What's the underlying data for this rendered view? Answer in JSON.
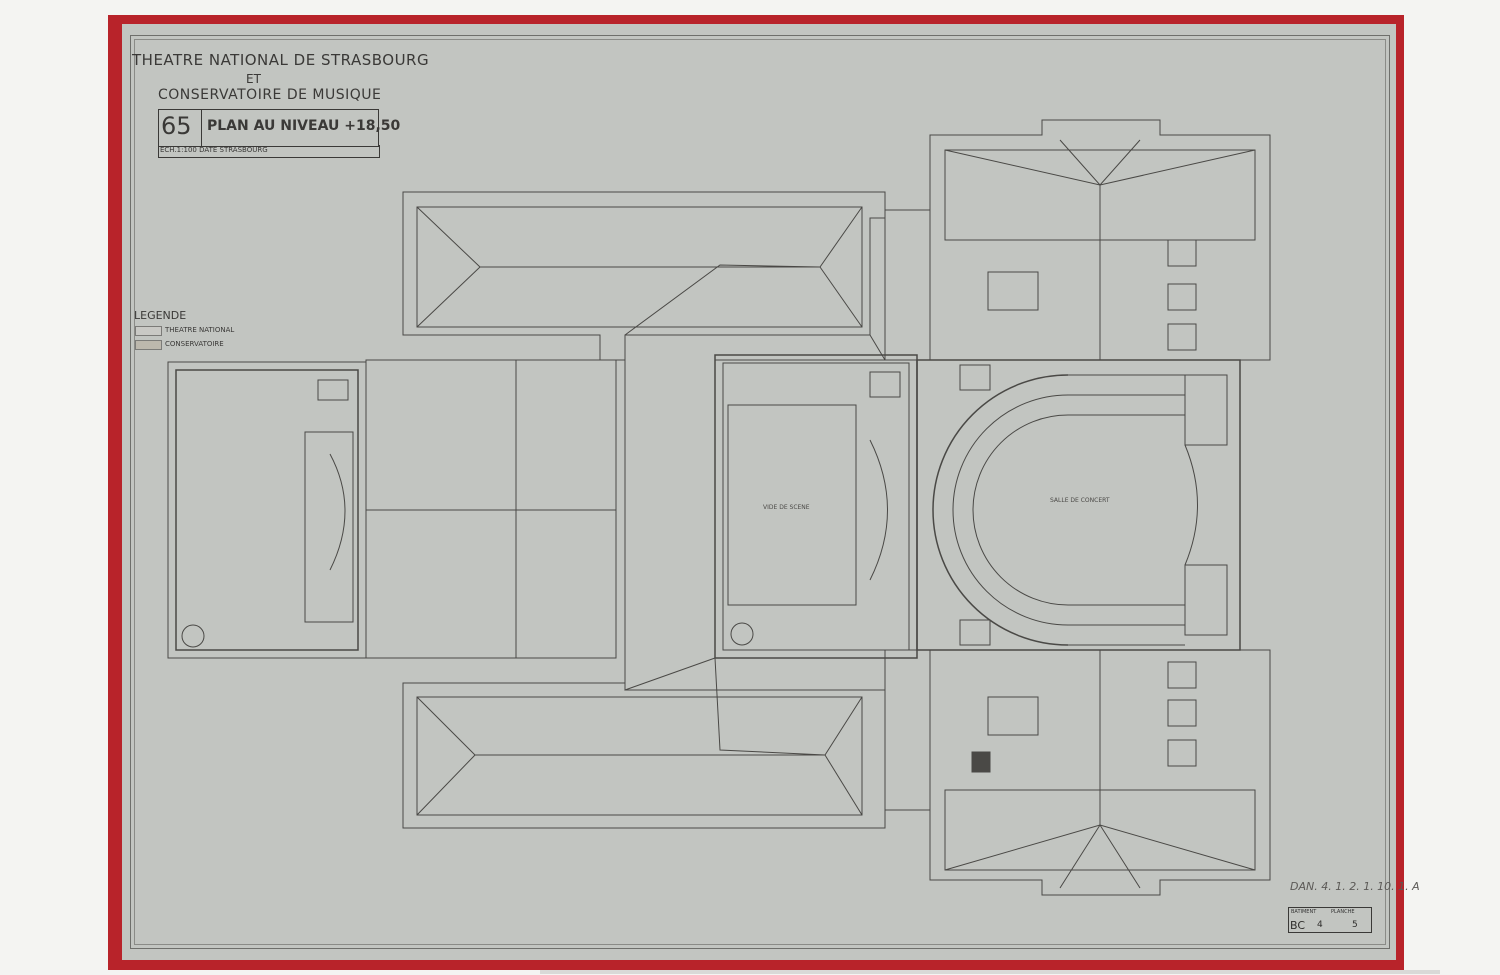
{
  "title": {
    "line1": "THEATRE NATIONAL DE STRASBOURG",
    "line2": "ET",
    "line3": "CONSERVATOIRE DE MUSIQUE",
    "sheet_number": "65",
    "plan_title": "PLAN AU NIVEAU +18,50",
    "scale": "ECH.1:100 DATE STRASBOURG"
  },
  "legend": {
    "title": "LEGENDE",
    "items": [
      {
        "label": "THEATRE NATIONAL",
        "color": "#c9c9c5"
      },
      {
        "label": "CONSERVATOIRE",
        "color": "#bcb8ad"
      }
    ]
  },
  "rooms": {
    "stage_void": "VIDE DE SCENE",
    "concert_hall": "SALLE DE CONCERT"
  },
  "signature": "DAN. 4. 1. 2. 1. 10. 1. A",
  "stamp": {
    "header_left": "BATIMENT",
    "header_right": "PLANCHE",
    "building": "BC",
    "number": "4",
    "sheet": "5"
  },
  "colors": {
    "border": "#b8232a",
    "paper": "#c2c5c1",
    "ink": "#3a3937"
  }
}
